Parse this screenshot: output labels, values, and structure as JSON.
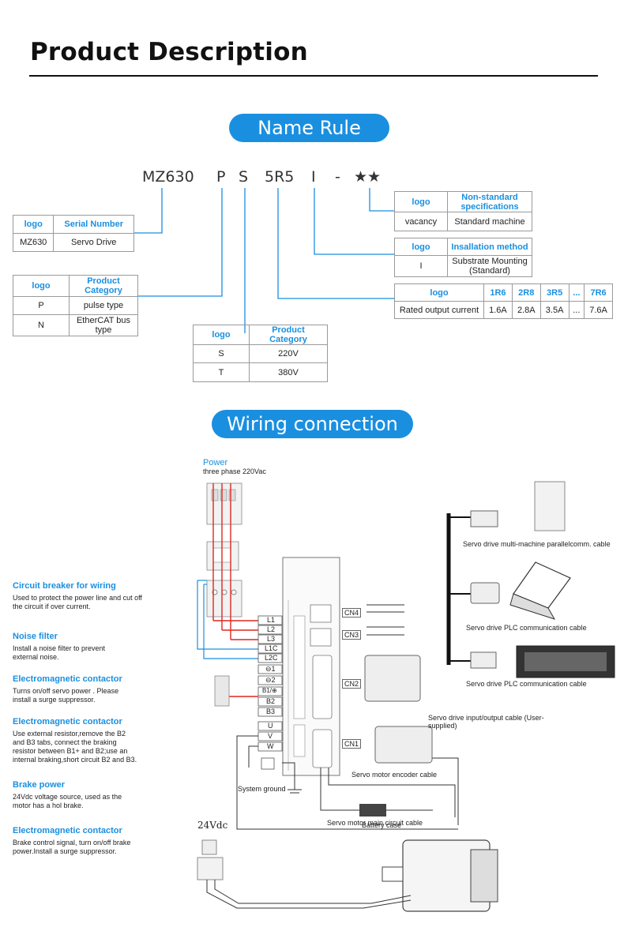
{
  "header": {
    "title": "Product Description"
  },
  "name_rule": {
    "heading": "Name Rule",
    "code_parts": [
      "MZ630",
      "P",
      "S",
      "5R5",
      "I",
      "-",
      "★★"
    ],
    "serial_table": {
      "headers": [
        "logo",
        "Serial Number"
      ],
      "rows": [
        [
          "MZ630",
          "Servo Drive"
        ]
      ]
    },
    "category_table": {
      "headers": [
        "logo",
        "Product Category"
      ],
      "rows": [
        [
          "P",
          "pulse type"
        ],
        [
          "N",
          "EtherCAT bus type"
        ]
      ]
    },
    "voltage_table": {
      "headers": [
        "logo",
        "Product Category"
      ],
      "rows": [
        [
          "S",
          "220V"
        ],
        [
          "T",
          "380V"
        ]
      ]
    },
    "nonstandard_table": {
      "headers": [
        "logo",
        "Non-standard specifications"
      ],
      "rows": [
        [
          "vacancy",
          "Standard machine"
        ]
      ]
    },
    "install_table": {
      "headers": [
        "logo",
        "Insallation method"
      ],
      "rows": [
        [
          "I",
          "Substrate Mounting (Standard)"
        ]
      ]
    },
    "current_table": {
      "headers": [
        "logo",
        "1R6",
        "2R8",
        "3R5",
        "...",
        "7R6"
      ],
      "rows": [
        [
          "Rated output current",
          "1.6A",
          "2.8A",
          "3.5A",
          "...",
          "7.6A"
        ]
      ]
    }
  },
  "wiring": {
    "heading": "Wiring connection",
    "power_title": "Power",
    "power_sub": "three phase 220Vac",
    "descriptions": [
      {
        "title": "Circuit breaker for wiring",
        "text": "Used to protect the power line and cut off the circuit if over current."
      },
      {
        "title": "Noise filter",
        "text": "Install a noise filter to prevent external noise."
      },
      {
        "title": "Electromagnetic contactor",
        "text": "Turns on/off servo power . Please install a surge suppressor."
      },
      {
        "title": "Electromagnetic contactor",
        "text": "Use external resistor,remove the B2 and B3 tabs, connect the braking resistor between B1+ and B2;use an internal braking,short circuit B2 and B3."
      },
      {
        "title": "Brake power",
        "text": "24Vdc voltage source, used as the motor has a hol brake."
      },
      {
        "title": "Electromagnetic contactor",
        "text": "Brake control signal, turn on/off brake power.Install a surge suppressor."
      }
    ],
    "terminals": [
      "L1",
      "L2",
      "L3",
      "L1C",
      "L2C",
      "⊖1",
      "⊖2",
      "B1/⊕",
      "B2",
      "B3",
      "U",
      "V",
      "W"
    ],
    "connectors": [
      "CN4",
      "CN3",
      "CN2",
      "CN1"
    ],
    "labels": {
      "multi_cable": "Servo drive multi-machine parallelcomm. cable",
      "plc_cable_1": "Servo drive PLC communication cable",
      "plc_cable_2": "Servo drive PLC communication cable",
      "io_cable": "Servo drive input/output cable (User-supplied)",
      "encoder_cable": "Servo motor encoder cable",
      "battery": "Battery case",
      "ground": "System ground",
      "main_cable": "Servo motor main circuit cable",
      "vdc": "24Vdc"
    }
  },
  "colors": {
    "accent": "#1a8fe0",
    "wire_red": "#e0261f",
    "wire_blue": "#1a8fe0"
  }
}
